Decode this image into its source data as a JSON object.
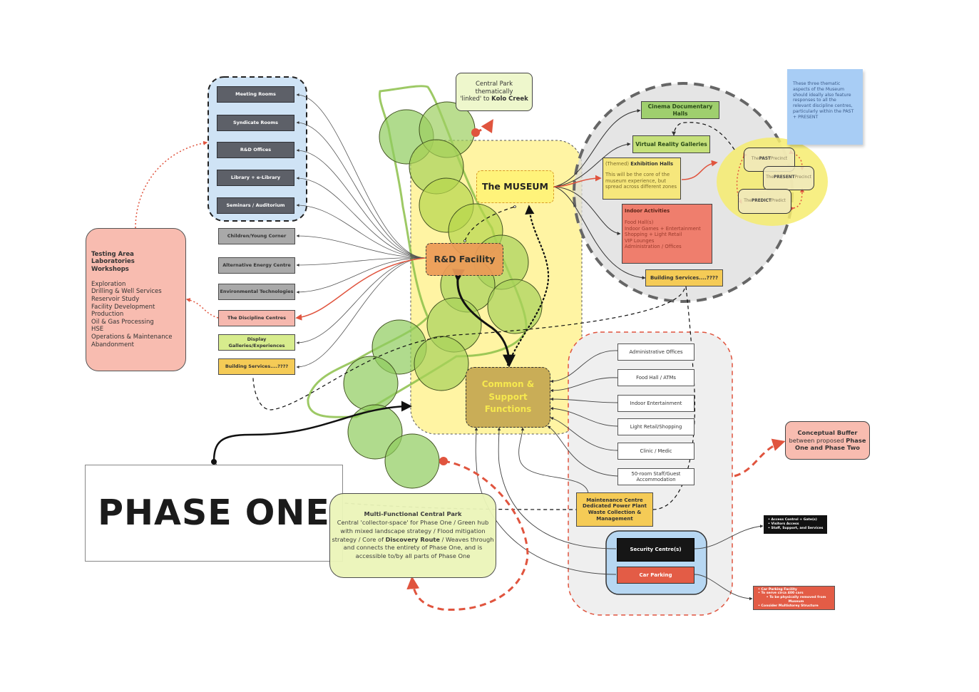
{
  "title": "PHASE ONE",
  "colors": {
    "accent_red": "#e0543e",
    "park_green": "#9ccc4f",
    "zone_yellow": "#fff4a3",
    "museum_grey": "#dcdcdc",
    "blue_zone": "#cfe3f5"
  },
  "academic_cluster": {
    "items": [
      "Meeting Rooms",
      "Syndicate Rooms",
      "R&D Offices",
      "Library + e-Library",
      "Seminars / Auditorium"
    ]
  },
  "left_list": {
    "items": [
      {
        "label": "Children/Young Corner",
        "style": "grey"
      },
      {
        "label": "Alternative Energy Centre",
        "style": "grey"
      },
      {
        "label": "Environmental Technologies",
        "style": "grey"
      },
      {
        "label": "The Discipline Centres",
        "style": "pink"
      },
      {
        "label": "Display Galleries/Experiences",
        "style": "lime"
      },
      {
        "label": "Building Services....????",
        "style": "gold"
      }
    ]
  },
  "testing_area": {
    "heading_lines": [
      "Testing Area",
      "Laboratories",
      "Workshops"
    ],
    "items": [
      "Exploration",
      "Drilling & Well Services",
      "Reservoir Study",
      "Facility Development",
      "Production",
      "Oil & Gas Processing",
      "HSE",
      "Operations & Maintenance",
      "Abandonment"
    ]
  },
  "kolo_note": {
    "line1": "Central Park thematically",
    "line2_prefix": "'linked' to ",
    "line2_bold": "Kolo Creek"
  },
  "museum": {
    "label": "The MUSEUM"
  },
  "rnd": {
    "label": "R&D Facility"
  },
  "common": {
    "line1": "Common &",
    "line2": "Support",
    "line3": "Functions"
  },
  "museum_zone": {
    "cinema": "Cinema Documentary Halls",
    "vr": "Virtual Reality Galleries",
    "exhibition": {
      "prefix": "(Themed) ",
      "title": "Exhibition Halls",
      "body": [
        "This will be the core of the",
        "museum experience, but",
        "spread across different zones"
      ]
    },
    "indoor": {
      "title": "Indoor Activities",
      "items": [
        "Food Hall(s)",
        "Indoor Games + Entertainment",
        "Shopping + Light Retail",
        "VIP Lounges",
        "Administration / Offices"
      ]
    },
    "building_services": "Building Services....????"
  },
  "precincts": [
    {
      "pre": "The ",
      "bold": "PAST",
      "post": " Precinct"
    },
    {
      "pre": "The ",
      "bold": "PRESENT",
      "post": " Precinct"
    },
    {
      "pre": "The ",
      "bold": "PREDICT",
      "post": " Predict"
    }
  ],
  "sticky_note": {
    "lines": [
      "These three thematic",
      "aspects of the Museum",
      "should ideally also feature",
      "responses to all the",
      "relevant discipline centres,",
      "particularly within the PAST",
      "+ PRESENT"
    ]
  },
  "support_list": {
    "items": [
      "Administrative Offices",
      "Food Hall / ATMs",
      "Indoor Entertainment",
      "Light Retail/Shopping",
      "Clinic / Medic",
      "50-room Staff/Guest",
      "Accommodation"
    ]
  },
  "maintenance": {
    "lines": [
      "Maintenance Centre",
      "Dedicated Power Plant",
      "Waste Collection &",
      "Management"
    ]
  },
  "security": {
    "label": "Security Centre(s)"
  },
  "parking": {
    "label": "Car Parking"
  },
  "security_note": {
    "items": [
      "Access Control + Gate(s)",
      "Visitors Access",
      "Staff, Support, and Services"
    ]
  },
  "parking_note": {
    "items": [
      "Car Parking Facility",
      "To serve circa 400 cars",
      "To be physically removed from Museum",
      "Consider Multistorey Structure"
    ]
  },
  "buffer_note": {
    "line1": "Conceptual Buffer",
    "line2_pre": "between proposed ",
    "line2_bold": "Phase",
    "line3": "One and Phase Two"
  },
  "park_note": {
    "title": "Multi-Functional Central Park",
    "lines": [
      "Central 'collector-space' for Phase One / Green hub",
      "with mixed landscape strategy / Flood mitigation"
    ],
    "line3_pre": "strategy / Core of ",
    "line3_bold": "Discovery Route",
    "line3_post": " / Weaves through",
    "lines_tail": [
      "and connects the entirety of Phase One, and is",
      "accessible to/by all parts of Phase One"
    ]
  }
}
